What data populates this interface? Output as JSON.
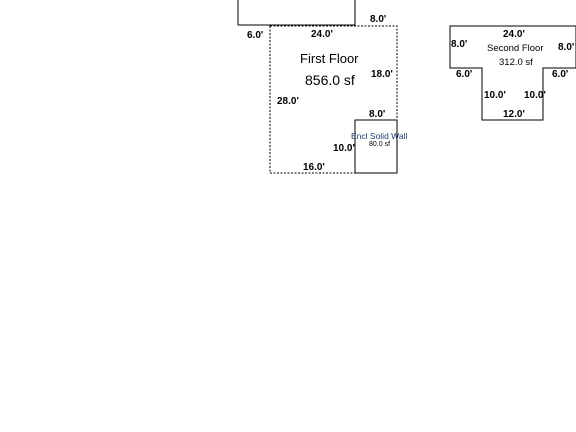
{
  "colors": {
    "background": "#ffffff",
    "lines": "#000000",
    "enclosure_label": "#1f3a6b"
  },
  "first_floor": {
    "name": "First Floor",
    "area": "856.0 sf",
    "dims": {
      "top": "24.0'",
      "top_right_upper": "8.0'",
      "top_left": "6.0'",
      "right": "18.0'",
      "left": "28.0'",
      "notch_top": "8.0'",
      "notch_side": "10.0'",
      "bottom": "16.0'"
    }
  },
  "enclosure": {
    "name": "Encl Solid Wall",
    "area": "80.0 sf"
  },
  "second_floor": {
    "name": "Second Floor",
    "area": "312.0 sf",
    "dims": {
      "top": "24.0'",
      "left": "8.0'",
      "right": "8.0'",
      "left_step": "6.0'",
      "right_step": "6.0'",
      "inner_left": "10.0'",
      "inner_right": "10.0'",
      "bottom": "12.0'"
    }
  }
}
